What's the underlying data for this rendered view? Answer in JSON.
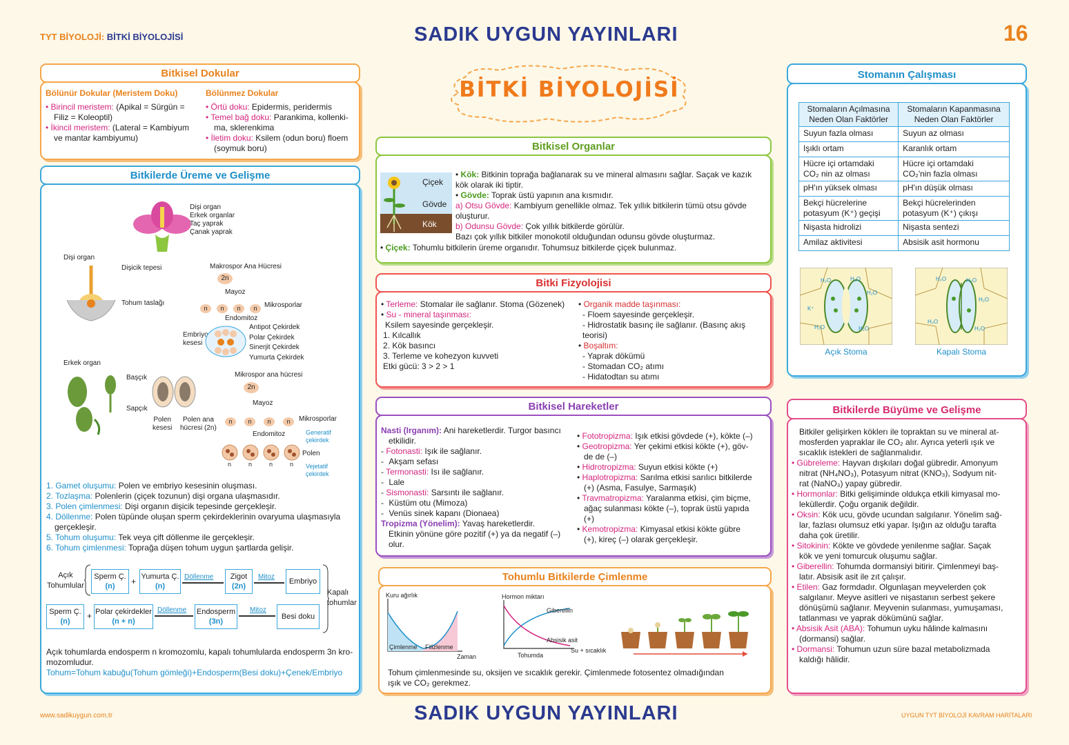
{
  "header": {
    "left_prefix": "TYT BİYOLOJİ:",
    "left_subject": "BİTKİ  BİYOLOJİSİ",
    "center": "SADIK  UYGUN  YAYINLARI",
    "page_number": "16"
  },
  "footer": {
    "website": "www.sadikuygun.com.tr",
    "center": "SADIK  UYGUN  YAYINLARI",
    "right": "UYGUN TYT BİYOLOJİ KAVRAM HARİTALARI"
  },
  "main_title": "BİTKİ BİYOLOJİSİ",
  "colors": {
    "orange": "#e8821c",
    "blue": "#1e8fc9",
    "green": "#8cc63f",
    "red": "#ef5350",
    "purple": "#9b4fbf",
    "pink": "#e44c8b",
    "navy": "#2b3a8f"
  },
  "dokular": {
    "title": "Bitkisel Dokular",
    "col1_title": "Bölünür Dokular (Meristem Doku)",
    "col1_l1_key": "Birincil meristem:",
    "col1_l1_val": " (Apikal = Sürgün =",
    "col1_l1_cont": "Filiz = Koleoptil)",
    "col1_l2_key": "İkincil meristem:",
    "col1_l2_val": " (Lateral = Kambiyum",
    "col1_l2_cont": "ve mantar kambiyumu)",
    "col2_title": "Bölünmez Dokular",
    "col2_l1_key": "Örtü doku:",
    "col2_l1_val": " Epidermis, peridermis",
    "col2_l2_key": "Temel bağ doku:",
    "col2_l2_val": " Parankima, kollenki-",
    "col2_l2_cont": "ma, sklerenkima",
    "col2_l3_key": "İletim doku:",
    "col2_l3_val": " Ksilem (odun boru) floem",
    "col2_l3_cont": "(soymuk boru)"
  },
  "ureme": {
    "title": "Bitkilerde Üreme ve Gelişme",
    "flower_labels": [
      "Dişi organ",
      "Erkek organlar",
      "Taç yaprak",
      "Çanak yaprak"
    ],
    "disi_organ": "Dişi organ",
    "disicik_tepesi": "Dişicik tepesi",
    "tohum_taslagi": "Tohum taslağı",
    "makrospor": "Makrospor Ana Hücresi",
    "mayoz": "Mayoz",
    "mikrosporlar": "Mikrosporlar",
    "endomitoz": "Endomitoz",
    "embriyo_kesesi": "Embriyo\nkesesi",
    "kese_labels": [
      "Antipot Çekirdek",
      "Polar Çekirdek",
      "Sinerjit Çekirdek",
      "Yumurta Çekirdek"
    ],
    "erkek_organ": "Erkek organ",
    "bascik": "Başçık",
    "sapcik": "Sapçık",
    "polen_kesesi": "Polen\nkesesi",
    "polen_ana": "Polen ana\nhücresi (2n)",
    "mikrospor_ana": "Mikrospor ana hücresi",
    "generatif": "Generatif\nçekirdek",
    "polen": "Polen",
    "vejetatif": "Vejetatif\nçekirdek",
    "n2": "2n",
    "n": "n",
    "steps": [
      {
        "key": "1. Gamet oluşumu:",
        "val": " Polen ve embriyo kesesinin oluşması."
      },
      {
        "key": "2. Tozlaşma:",
        "val": " Polenlerin (çiçek tozunun) dişi organa ulaşmasıdır."
      },
      {
        "key": "3. Polen çimlenmesi:",
        "val": " Dişi organın dişicik tepesinde gerçekleşir."
      },
      {
        "key": "4. Döllenme:",
        "val": " Polen tüpünde oluşan sperm çekirdeklerinin ovaryuma ulaşmasıyla"
      },
      {
        "key": "",
        "val": "gerçekleşir."
      },
      {
        "key": "5. Tohum oluşumu:",
        "val": " Tek veya çift döllenme ile gerçekleşir."
      },
      {
        "key": "6. Tohum çimlenmesi:",
        "val": " Toprağa düşen tohum uygun şartlarda gelişir."
      }
    ],
    "flow": {
      "acik": "Açık\nTohumlular",
      "kapali": "Kapalı\ntohumlar",
      "sperm1": "Sperm Ç.",
      "sperm1_n": "(n)",
      "plus": "+",
      "yumurta": "Yumurta Ç.",
      "yumurta_n": "(n)",
      "dollenme": "Döllenme",
      "zigot": "Zigot",
      "zigot_n": "(2n)",
      "mitoz": "Mitoz",
      "embriyo": "Embriyo",
      "sperm2": "Sperm Ç.",
      "sperm2_n": "(n)",
      "polar": "Polar çekirdekler",
      "polar_n": "(n + n)",
      "endosperm": "Endosperm",
      "endosperm_n": "(3n)",
      "besi": "Besi doku"
    },
    "note1": "Açık tohumlarda endosperm n kromozomlu, kapalı tohumlularda endosperm 3n kro-",
    "note2": "mozomludur.",
    "note3": "Tohum=Tohum kabuğu(Tohum gömleği)+Endosperm(Besi doku)+Çenek/Embriyo"
  },
  "organlar": {
    "title": "Bitkisel Organlar",
    "img_labels": [
      "Çiçek",
      "Gövde",
      "Kök"
    ],
    "l1_key": "Kök:",
    "l1_val": " Bitkinin toprağa bağlanarak su ve mineral almasını sağlar. Saçak ve kazık",
    "l1_cont": "kök olarak iki tiptir.",
    "l2_key": "Gövde:",
    "l2_val": " Toprak üstü yapının ana kısmıdır.",
    "l3_key": "a) Otsu Gövde:",
    "l3_val": " Kambiyum genellikle olmaz. Tek yıllık bitkilerin tümü otsu gövde",
    "l3_cont": "oluşturur.",
    "l4_key": "b) Odunsu Gövde:",
    "l4_val": " Çok yıllık bitkilerde görülür.",
    "l5": "Bazı çok yıllık bitkiler monokotil olduğundan odunsu gövde oluşturmaz.",
    "l6_key": "Çiçek:",
    "l6_val": " Tohumlu bitkilerin üreme organıdır. Tohumsuz bitkilerde çiçek bulunmaz."
  },
  "fizyoloji": {
    "title": "Bitki Fizyolojisi",
    "left": [
      {
        "key": "Terleme:",
        "val": " Stomalar ile sağlanır. Stoma (Gözenek)"
      },
      {
        "key": "Su - mineral taşınması:",
        "val": ""
      },
      {
        "key": "",
        "val": "Ksilem sayesinde gerçekleşir."
      },
      {
        "key": "",
        "val": "1. Kılcallık"
      },
      {
        "key": "",
        "val": "2. Kök basıncı"
      },
      {
        "key": "",
        "val": "3. Terleme ve kohezyon kuvveti"
      },
      {
        "key": "",
        "val": "Etki gücü: 3 > 2 > 1"
      }
    ],
    "right": [
      {
        "key": "Organik madde taşınması:",
        "val": ""
      },
      {
        "key": "",
        "val": "- Floem sayesinde gerçekleşir."
      },
      {
        "key": "",
        "val": "- Hidrostatik basınç ile sağlanır. (Basınç akış"
      },
      {
        "key": "",
        "val": "teorisi)"
      },
      {
        "key": "Boşaltım:",
        "val": ""
      },
      {
        "key": "",
        "val": "- Yaprak dökümü"
      },
      {
        "key": "",
        "val": "- Stomadan CO₂ atımı"
      },
      {
        "key": "",
        "val": "- Hidatodtan su atımı"
      }
    ]
  },
  "hareketler": {
    "title": "Bitkisel Hareketler",
    "left": [
      {
        "key": "Nasti (Irganım):",
        "val": " Ani hareketlerdir. Turgor basıncı",
        "type": "head"
      },
      {
        "key": "",
        "val": "etkilidir.",
        "type": "cont"
      },
      {
        "key": "Fotonasti:",
        "val": " Işık ile sağlanır.",
        "type": "item"
      },
      {
        "key": "",
        "val": "Akşam sefası",
        "type": "sub"
      },
      {
        "key": "Termonasti:",
        "val": " Isı ile sağlanır.",
        "type": "item"
      },
      {
        "key": "",
        "val": "Lale",
        "type": "sub"
      },
      {
        "key": "Sismonasti:",
        "val": " Sarsıntı ile sağlanır.",
        "type": "item"
      },
      {
        "key": "",
        "val": "Küstüm otu (Mimoza)",
        "type": "sub"
      },
      {
        "key": "",
        "val": "Venüs sinek kapanı (Dionaea)",
        "type": "sub"
      },
      {
        "key": "Tropizma (Yönelim):",
        "val": " Yavaş hareketlerdir.",
        "type": "head"
      },
      {
        "key": "",
        "val": "Etkinin yönüne göre pozitif (+) ya da negatif (–)",
        "type": "cont"
      },
      {
        "key": "",
        "val": "olur.",
        "type": "cont"
      }
    ],
    "right": [
      {
        "key": "Fototropizma:",
        "val": " Işık etkisi gövdede (+), kökte (–)",
        "type": "item"
      },
      {
        "key": "Geotropizma:",
        "val": " Yer çekimi etkisi kökte (+), göv-",
        "type": "item"
      },
      {
        "key": "",
        "val": "de de (–)",
        "type": "cont"
      },
      {
        "key": "Hidrotropizma:",
        "val": " Suyun etkisi kökte (+)",
        "type": "item"
      },
      {
        "key": "Haplotropizma:",
        "val": " Sarılma etkisi sarılıcı bitkilerde",
        "type": "item"
      },
      {
        "key": "",
        "val": "(+) (Asma, Fasulye, Sarmaşık)",
        "type": "cont"
      },
      {
        "key": "Travmatropizma:",
        "val": " Yaralanma etkisi, çim biçme,",
        "type": "item"
      },
      {
        "key": "",
        "val": "ağaç sulanması kökte (–), toprak üstü yapıda",
        "type": "cont"
      },
      {
        "key": "",
        "val": "(+)",
        "type": "cont"
      },
      {
        "key": "Kemotropizma:",
        "val": " Kimyasal etkisi kökte gübre",
        "type": "item"
      },
      {
        "key": "",
        "val": "(+), kireç (–) olarak gerçekleşir.",
        "type": "cont"
      }
    ]
  },
  "cimlenme": {
    "title": "Tohumlu Bitkilerde Çimlenme",
    "g1_ylabel": "Kuru ağırlık",
    "g1_xlabel": "Zaman",
    "g1_phase1": "Çimlenme",
    "g1_phase2": "Filizlenme",
    "g2_ylabel": "Hormon miktarı",
    "g2_xlabel": "Su + sıcaklık",
    "g2_xsub": "Tohumda",
    "g2_s1": "Giberellin",
    "g2_s2": "Absisik asit",
    "note1": "Tohum çimlenmesinde su, oksijen ve sıcaklık gerekir. Çimlenmede  fotosentez  olmadığından",
    "note2": "ışık ve CO₂ gerekmez."
  },
  "stoma": {
    "title": "Stomanın Çalışması",
    "col1_head": [
      "Stomaların Açılmasına",
      "Neden Olan Faktörler"
    ],
    "col2_head": [
      "Stomaların Kapanmasına",
      "Neden Olan Faktörler"
    ],
    "rows": [
      [
        "Suyun fazla olması",
        "Suyun az olması"
      ],
      [
        "Işıklı ortam",
        "Karanlık ortam"
      ],
      [
        "Hücre içi ortamdaki\nCO₂ nin az olması",
        "Hücre içi ortamdaki\nCO₂'nin fazla olması"
      ],
      [
        "pH'ın yüksek olması",
        "pH'ın düşük olması"
      ],
      [
        "Bekçi hücrelerine\npotasyum (K⁺) geçişi",
        "Bekçi hücrelerinden\npotasyum (K⁺) çıkışı"
      ],
      [
        "Nişasta hidrolizi",
        "Nişasta sentezi"
      ],
      [
        "Amilaz aktivitesi",
        "Absisik asit hormonu"
      ]
    ],
    "acik": "Açık Stoma",
    "kapali": "Kapalı Stoma",
    "h2o": "H₂O",
    "k": "K⁺"
  },
  "buyume": {
    "title": "Bitkilerde Büyüme ve Gelişme",
    "intro": [
      "Bitkiler gelişirken köklerı ile topraktan su ve mineral at-",
      "mosferden yapraklar ile CO₂ alır. Ayrıca yeterli ışık ve",
      "sıcaklık istekleri de sağlanmalıdır."
    ],
    "items": [
      {
        "key": "Gübreleme:",
        "lines": [
          " Hayvan dışkıları doğal gübredir. Amonyum",
          "nitrat (NH₄NO₃), Potasyum nitrat (KNO₃), Sodyum nit-",
          "rat (NaNO₃) yapay gübredir."
        ]
      },
      {
        "key": "Hormonlar:",
        "lines": [
          " Bitki gelişiminde oldukça etkili kimyasal mo-",
          "leküllerdir. Çoğu organik değildir."
        ]
      },
      {
        "key": "Oksin:",
        "lines": [
          " Kök ucu, gövde ucundan salgılanır. Yönelim sağ-",
          "lar, fazlası olumsuz etki yapar. Işığın az olduğu tarafta",
          "daha çok üretilir."
        ]
      },
      {
        "key": "Sitokinin:",
        "lines": [
          " Kökte ve gövdede yenilenme sağlar. Saçak",
          "kök ve yeni tomurcuk oluşumu sağlar."
        ]
      },
      {
        "key": "Giberellin:",
        "lines": [
          " Tohumda dormansiyi bitirir. Çimlenmeyi baş-",
          "latır. Absisik asit ile zıt çalışır."
        ]
      },
      {
        "key": "Etilen:",
        "lines": [
          " Gaz formdadır. Olgunlaşan meyvelerden çok",
          "salgılanır. Meyve asitleri ve nişastanın serbest şekere",
          "dönüşümü sağlanır. Meyvenin sulanması, yumuşaması,",
          "tatlanması ve yaprak dökümünü sağlar."
        ]
      },
      {
        "key": "Absisik Asit (ABA):",
        "lines": [
          " Tohumun uyku hâlinde kalmasını",
          "(dormansi) sağlar."
        ]
      },
      {
        "key": "Dormansi:",
        "lines": [
          " Tohumun uzun süre bazal metabolizmada",
          "kaldığı hâlidir."
        ]
      }
    ]
  }
}
